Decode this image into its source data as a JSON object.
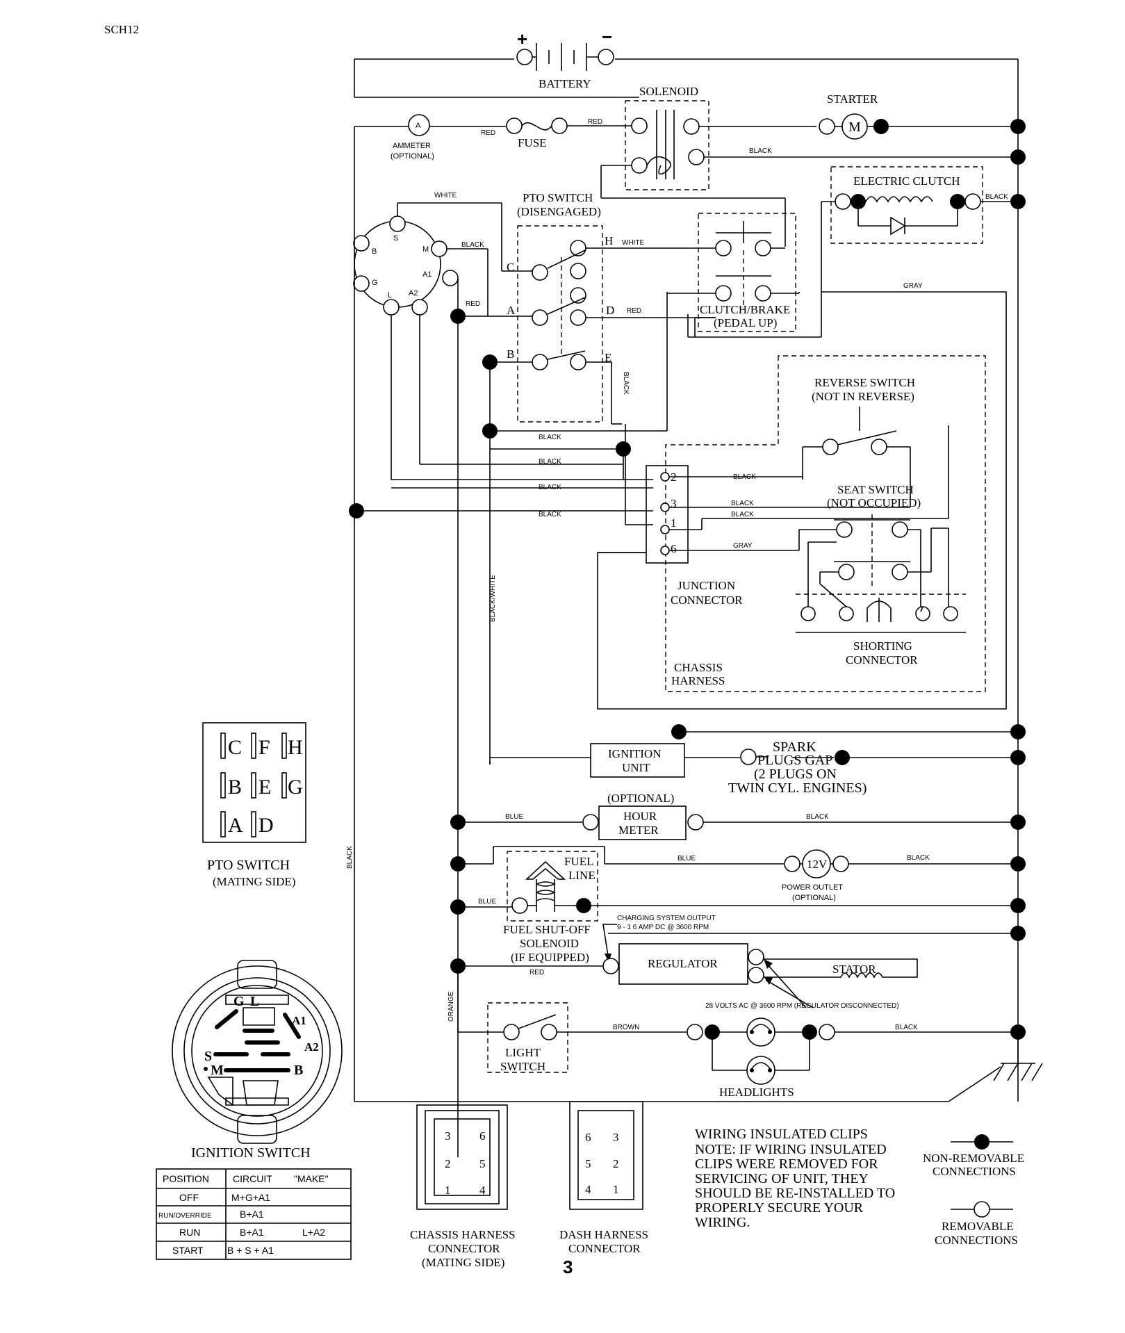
{
  "doc_code": "SCH12",
  "page_number": "3",
  "components": {
    "battery": "BATTERY",
    "battery_plus": "+",
    "battery_minus": "−",
    "solenoid": "SOLENOID",
    "starter": "STARTER",
    "starter_symbol": "M",
    "ammeter_l1": "AMMETER",
    "ammeter_l2": "(OPTIONAL)",
    "ammeter_symbol": "A",
    "fuse": "FUSE",
    "electric_clutch": "ELECTRIC CLUTCH",
    "pto_switch_l1": "PTO SWITCH",
    "pto_switch_l2": "(DISENGAGED)",
    "clutch_brake_l1": "CLUTCH/BRAKE",
    "clutch_brake_l2": "(PEDAL UP)",
    "reverse_switch_l1": "REVERSE SWITCH",
    "reverse_switch_l2": "(NOT IN REVERSE)",
    "seat_switch_l1": "SEAT SWITCH",
    "seat_switch_l2": "(NOT OCCUPIED)",
    "junction_l1": "JUNCTION",
    "junction_l2": "CONNECTOR",
    "shorting_l1": "SHORTING",
    "shorting_l2": "CONNECTOR",
    "chassis_harness_l1": "CHASSIS",
    "chassis_harness_l2": "HARNESS",
    "ignition_unit_l1": "IGNITION",
    "ignition_unit_l2": "UNIT",
    "spark_l1": "SPARK",
    "spark_l2": "PLUGS GAP",
    "spark_l3": "(2 PLUGS ON",
    "spark_l4": "TWIN CYL. ENGINES)",
    "hour_meter_l0": "(OPTIONAL)",
    "hour_meter_l1": "HOUR",
    "hour_meter_l2": "METER",
    "fuel_line_l1": "FUEL",
    "fuel_line_l2": "LINE",
    "power_outlet_l1": "POWER OUTLET",
    "power_outlet_l2": "(OPTIONAL)",
    "power_outlet_symbol": "12V",
    "fuel_solenoid_l1": "FUEL SHUT-OFF",
    "fuel_solenoid_l2": "SOLENOID",
    "fuel_solenoid_l3": "(IF EQUIPPED)",
    "charging_l1": "CHARGING SYSTEM OUTPUT",
    "charging_l2": "9 - 1 6 AMP DC @ 3600 RPM",
    "regulator": "REGULATOR",
    "stator": "STATOR",
    "stator_note": "28 VOLTS AC @ 3600 RPM (REGULATOR DISCONNECTED)",
    "light_switch_l1": "LIGHT",
    "light_switch_l2": "SWITCH",
    "headlights": "HEADLIGHTS"
  },
  "wires": {
    "red": "RED",
    "black": "BLACK",
    "white": "WHITE",
    "gray": "GRAY",
    "blue": "BLUE",
    "brown": "BROWN",
    "orange": "ORANGE",
    "black_white": "BLACK/WHITE"
  },
  "ignition_terminals": [
    "S",
    "B",
    "M",
    "G",
    "A1",
    "L",
    "A2"
  ],
  "pto_terminals": [
    "C",
    "H",
    "A",
    "D",
    "B",
    "E"
  ],
  "junction_pins": [
    "2",
    "3",
    "1",
    "6"
  ],
  "pto_mating": {
    "title": "PTO SWITCH",
    "subtitle": "(MATING SIDE)",
    "rows": [
      [
        "C",
        "F",
        "H"
      ],
      [
        "B",
        "E",
        "G"
      ],
      [
        "A",
        "D"
      ]
    ]
  },
  "ignition_switch": {
    "title": "IGNITION SWITCH",
    "letters": [
      "G",
      "L",
      "A1",
      "S",
      "A2",
      "M",
      "B"
    ],
    "headers": [
      "POSITION",
      "CIRCUIT",
      "\"MAKE\""
    ],
    "rows": [
      {
        "position": "OFF",
        "circuit": "M+G+A1",
        "make": ""
      },
      {
        "position": "RUN/OVERRIDE",
        "circuit": "B+A1",
        "make": ""
      },
      {
        "position": "RUN",
        "circuit": "B+A1",
        "make": "L+A2"
      },
      {
        "position": "START",
        "circuit": "B + S + A1",
        "make": ""
      }
    ]
  },
  "chassis_connector": {
    "l1": "CHASSIS HARNESS",
    "l2": "CONNECTOR",
    "l3": "(MATING SIDE)",
    "pins": [
      "3",
      "6",
      "2",
      "5",
      "1",
      "4"
    ]
  },
  "dash_connector": {
    "l1": "DASH HARNESS",
    "l2": "CONNECTOR",
    "pins": [
      "6",
      "3",
      "5",
      "2",
      "4",
      "1"
    ]
  },
  "note": {
    "title": "WIRING INSULATED CLIPS",
    "lines": [
      "NOTE: IF WIRING INSULATED",
      "CLIPS WERE REMOVED FOR",
      "SERVICING OF UNIT, THEY",
      "SHOULD BE RE-INSTALLED TO",
      "PROPERLY SECURE YOUR",
      "WIRING."
    ]
  },
  "legend": {
    "non_removable_l1": "NON-REMOVABLE",
    "non_removable_l2": "CONNECTIONS",
    "removable_l1": "REMOVABLE",
    "removable_l2": "CONNECTIONS"
  }
}
